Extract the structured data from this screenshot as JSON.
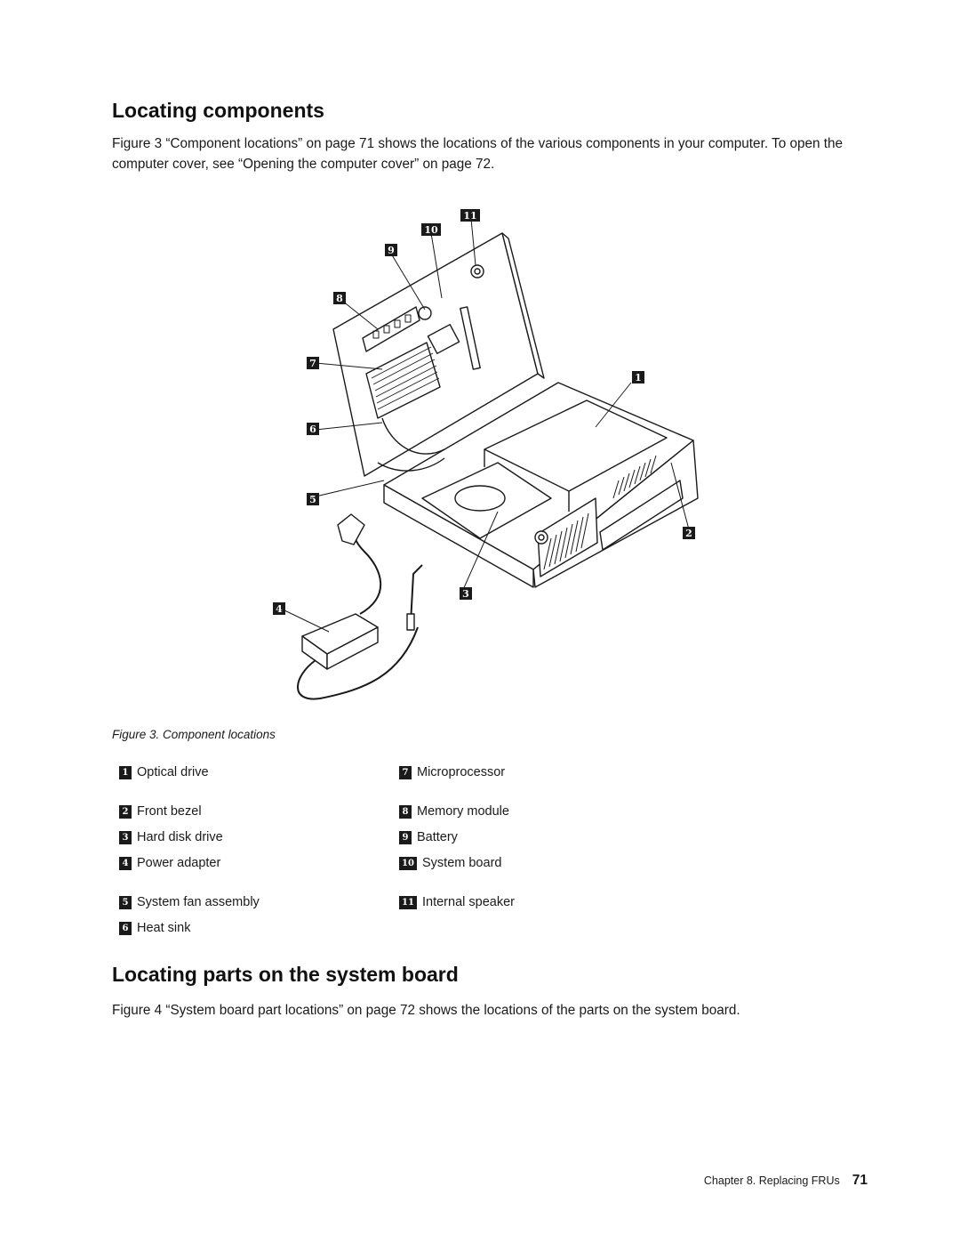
{
  "section1": {
    "title": "Locating components",
    "paragraph": "Figure 3 “Component locations” on page 71 shows the locations of the various components in your computer. To open the computer cover, see “Opening the computer cover” on page 72."
  },
  "figure": {
    "callout_labels": [
      "1",
      "2",
      "3",
      "4",
      "5",
      "6",
      "7",
      "8",
      "9",
      "10",
      "11"
    ],
    "caption": "Figure 3.  Component locations"
  },
  "legend": [
    {
      "num": "1",
      "label": "Optical drive"
    },
    {
      "num": "2",
      "label": "Front bezel"
    },
    {
      "num": "3",
      "label": "Hard disk drive"
    },
    {
      "num": "4",
      "label": "Power adapter"
    },
    {
      "num": "5",
      "label": "System fan assembly"
    },
    {
      "num": "6",
      "label": "Heat sink"
    },
    {
      "num": "7",
      "label": "Microprocessor"
    },
    {
      "num": "8",
      "label": "Memory module"
    },
    {
      "num": "9",
      "label": "Battery"
    },
    {
      "num": "10",
      "label": "System board"
    },
    {
      "num": "11",
      "label": "Internal speaker"
    }
  ],
  "section2": {
    "title": "Locating parts on the system board",
    "paragraph": "Figure 4 “System board part locations” on page 72 shows the locations of the parts on the system board."
  },
  "footer": {
    "chapter": "Chapter 8.  Replacing FRUs",
    "page_number": "71"
  }
}
